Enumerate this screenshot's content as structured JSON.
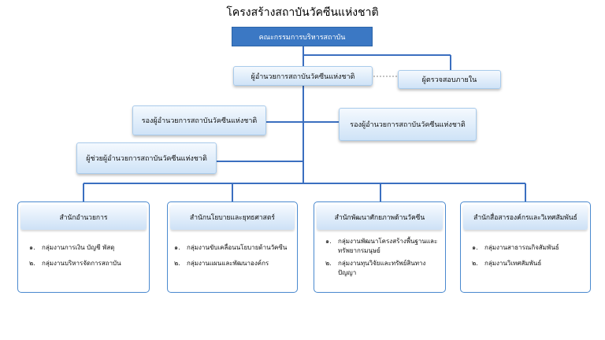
{
  "title": "โครงสร้างสถาบันวัคซีนแห่งชาติ",
  "board": "คณะกรรมการบริหารสถาบัน",
  "director": "ผู้อำนวยการสถาบันวัคซีนแห่งชาติ",
  "auditor": "ผู้ตรวจสอบภายใน",
  "deputy_left": "รองผู้อำนวยการสถาบันวัคซีนแห่งชาติ",
  "deputy_right": "รองผู้อำนวยการสถาบันวัคซีนแห่งชาติ",
  "assistant": "ผู้ช่วยผู้อำนวยการสถาบันวัคซีนแห่งชาติ",
  "offices": [
    {
      "name": "สำนักอำนวยการ",
      "groups": [
        {
          "num": "๑.",
          "text": "กลุ่มงานการเงิน บัญชี พัสดุ"
        },
        {
          "num": "๒.",
          "text": "กลุ่มงานบริหารจัดการสถาบัน"
        }
      ]
    },
    {
      "name": "สำนักนโยบายและยุทธศาสตร์",
      "groups": [
        {
          "num": "๑.",
          "text": "กลุ่มงานขับเคลื่อนนโยบายด้านวัคซีน"
        },
        {
          "num": "๒.",
          "text": "กลุ่มงานแผนและพัฒนาองค์กร"
        }
      ]
    },
    {
      "name": "สำนักพัฒนาศักยภาพด้านวัคซีน",
      "groups": [
        {
          "num": "๑.",
          "text": "กลุ่มงานพัฒนาโครงสร้างพื้นฐานและทรัพยากรมนุษย์"
        },
        {
          "num": "๒.",
          "text": "กลุ่มงานทุนวิจัยและทรัพย์สินทางปัญญา"
        }
      ]
    },
    {
      "name": "สำนักสื่อสารองค์กรและวิเทศสัมพันธ์",
      "groups": [
        {
          "num": "๑.",
          "text": "กลุ่มงานสาธารณกิจสัมพันธ์"
        },
        {
          "num": "๒.",
          "text": "กลุ่มงานวิเทศสัมพันธ์"
        }
      ]
    }
  ]
}
